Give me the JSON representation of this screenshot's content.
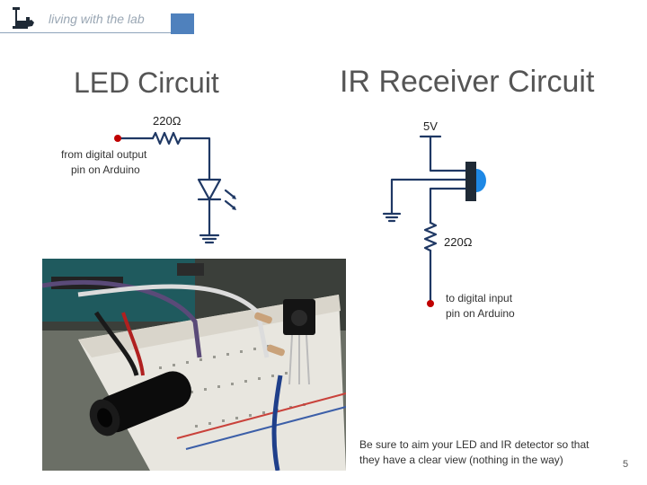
{
  "header": {
    "text": "living with the lab"
  },
  "led": {
    "title": "LED Circuit",
    "resistor": "220Ω",
    "source_label_line1": "from digital output",
    "source_label_line2": "pin on Arduino"
  },
  "ir": {
    "title": "IR Receiver Circuit",
    "supply": "5V",
    "resistor": "220Ω",
    "output_label_line1": "to digital input",
    "output_label_line2": "pin on Arduino"
  },
  "note": {
    "line1": "Be sure to aim your LED and IR detector so that",
    "line2": "they have a clear view (nothing in the way)"
  },
  "page_number": "5",
  "colors": {
    "wire": "#1f3864",
    "node": "#c00000",
    "sensor_lens": "#1e88e5",
    "header_box": "#4f81bd"
  }
}
